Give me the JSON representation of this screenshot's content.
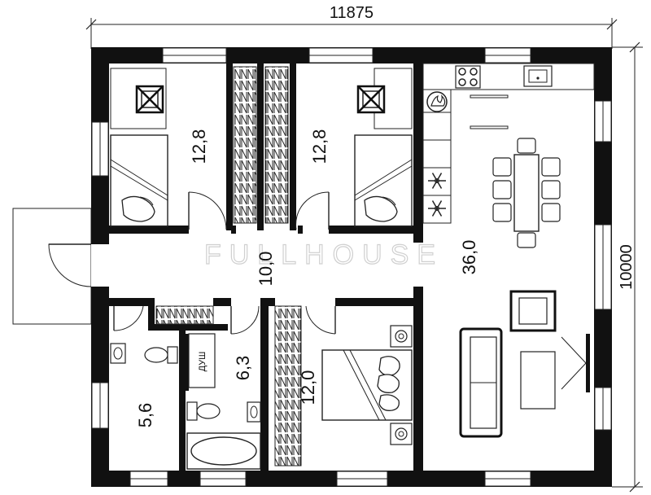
{
  "dimensions": {
    "width_label": "11875",
    "height_label": "10000"
  },
  "watermark": "FULLHOUSE",
  "rooms": {
    "bedroom_left_area": "12,8",
    "bedroom_right_area": "12,8",
    "hall_area": "10,0",
    "living_kitchen_area": "36,0",
    "bathroom_area": "5,6",
    "shower_room_area": "6,3",
    "master_bedroom_area": "12,0"
  },
  "fixtures": {
    "shower_label": "ДУШ"
  }
}
